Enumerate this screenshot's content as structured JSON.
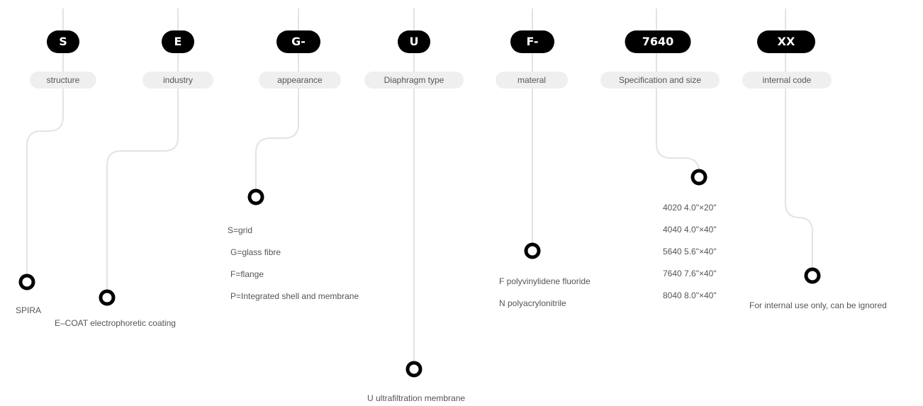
{
  "segments": [
    {
      "code": "S",
      "label": "structure",
      "options": [
        "SPIRA"
      ]
    },
    {
      "code": "E",
      "label": "industry",
      "options": [
        "E–COAT electrophoretic coating"
      ]
    },
    {
      "code": "G-",
      "label": "appearance",
      "options": [
        "S=grid",
        "G=glass fibre",
        "F=flange",
        "P=Integrated shell and membrane"
      ]
    },
    {
      "code": "U",
      "label": "Diaphragm type",
      "options": [
        "U ultrafiltration membrane"
      ]
    },
    {
      "code": "F-",
      "label": "materal",
      "options": [
        "F polyvinylidene fluoride",
        "N polyacrylonitrile"
      ]
    },
    {
      "code": "7640",
      "label": "Specification and size",
      "options": [
        "4020 4.0\"×20\"",
        "4040 4.0\"×40\"",
        "5640 5.6\"×40\"",
        "7640 7.6\"×40\"",
        "8040 8.0\"×40\""
      ]
    },
    {
      "code": "XX",
      "label": "internal code",
      "options": [
        "For internal use only, can be ignored"
      ]
    }
  ],
  "colors": {
    "badge": "#000000",
    "badge_text": "#ffffff",
    "pill": "#efefef",
    "line": "#e3e3e3",
    "text": "#555555"
  }
}
